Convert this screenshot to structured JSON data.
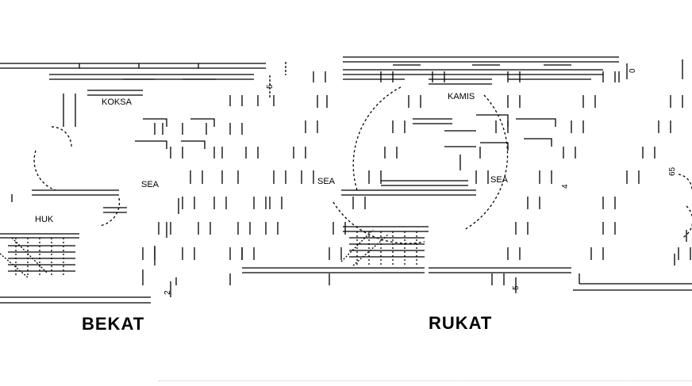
{
  "titles": {
    "left": "BEKAT",
    "right": "RUKAT"
  },
  "room_labels": {
    "left_upper": "KOKSA",
    "left_hall": "HUK",
    "left_sea": "SEA",
    "mid_sea": "SEA",
    "right_upper": "KAMIS",
    "right_sea": "SEA"
  },
  "dimension_labels": {
    "top_mid": "5",
    "top_right": "0",
    "right_mid": "4",
    "bottom_left": "2",
    "bottom_mid": "5",
    "far_right": "65"
  },
  "colors": {
    "background": "#ffffff",
    "ink": "#000000",
    "footer_dots": "#c8c8c8"
  }
}
